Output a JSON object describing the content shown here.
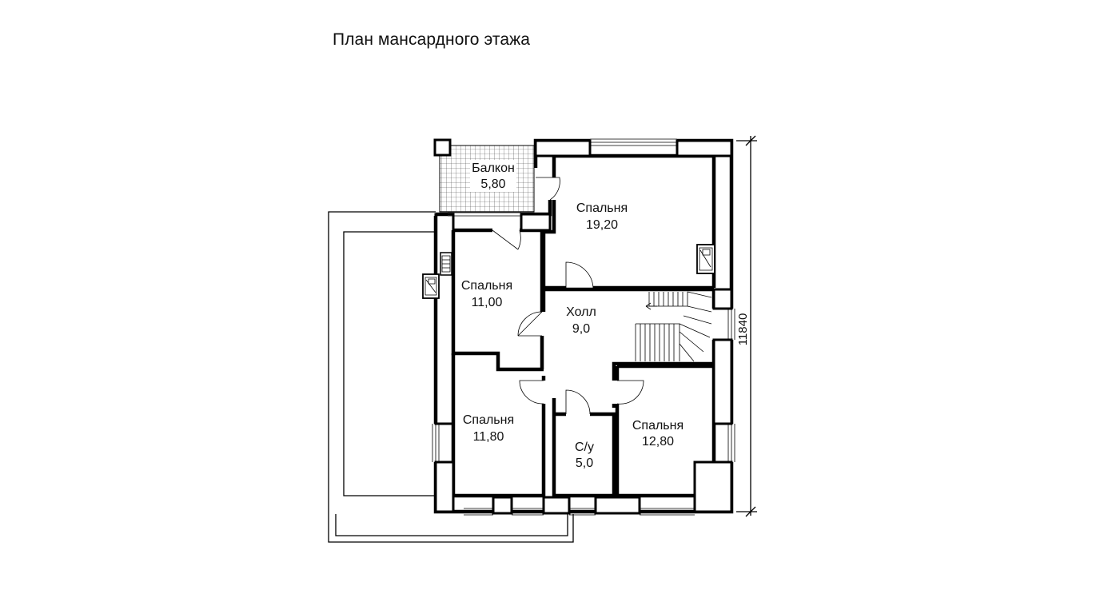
{
  "title": "План мансардного этажа",
  "rooms": {
    "balcony": {
      "name": "Балкон",
      "area": "5,80"
    },
    "bedroom_1": {
      "name": "Спальня",
      "area": "19,20"
    },
    "bedroom_2": {
      "name": "Спальня",
      "area": "11,00"
    },
    "hall": {
      "name": "Холл",
      "area": "9,0"
    },
    "bedroom_3": {
      "name": "Спальня",
      "area": "11,80"
    },
    "bathroom": {
      "name": "С/у",
      "area": "5,0"
    },
    "bedroom_4": {
      "name": "Спальня",
      "area": "12,80"
    }
  },
  "dimensions": {
    "overall": "11840"
  }
}
